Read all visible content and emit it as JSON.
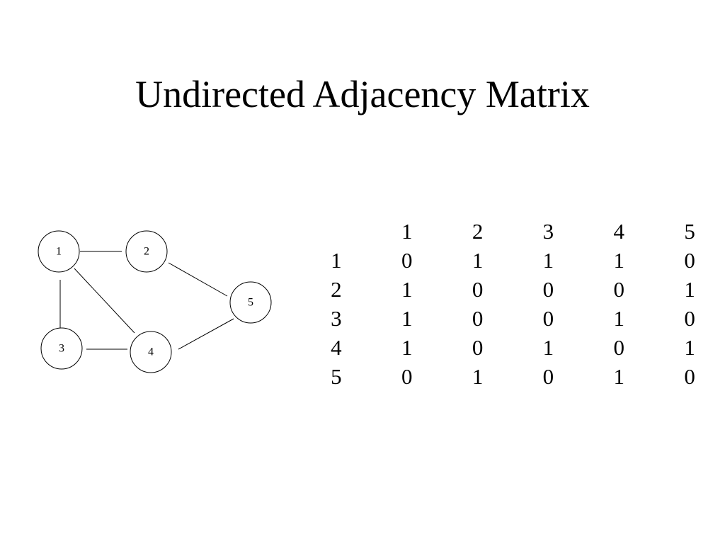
{
  "title": "Undirected Adjacency Matrix",
  "graph": {
    "nodes": [
      {
        "id": "1",
        "label": "1"
      },
      {
        "id": "2",
        "label": "2"
      },
      {
        "id": "3",
        "label": "3"
      },
      {
        "id": "4",
        "label": "4"
      },
      {
        "id": "5",
        "label": "5"
      }
    ],
    "edges": [
      [
        "1",
        "2"
      ],
      [
        "1",
        "3"
      ],
      [
        "1",
        "4"
      ],
      [
        "2",
        "5"
      ],
      [
        "3",
        "4"
      ],
      [
        "4",
        "5"
      ]
    ]
  },
  "matrix": {
    "column_headers": [
      "1",
      "2",
      "3",
      "4",
      "5"
    ],
    "rows": [
      {
        "label": "1",
        "values": [
          "0",
          "1",
          "1",
          "1",
          "0"
        ]
      },
      {
        "label": "2",
        "values": [
          "1",
          "0",
          "0",
          "0",
          "1"
        ]
      },
      {
        "label": "3",
        "values": [
          "1",
          "0",
          "0",
          "1",
          "0"
        ]
      },
      {
        "label": "4",
        "values": [
          "1",
          "0",
          "1",
          "0",
          "1"
        ]
      },
      {
        "label": "5",
        "values": [
          "0",
          "1",
          "0",
          "1",
          "0"
        ]
      }
    ]
  }
}
